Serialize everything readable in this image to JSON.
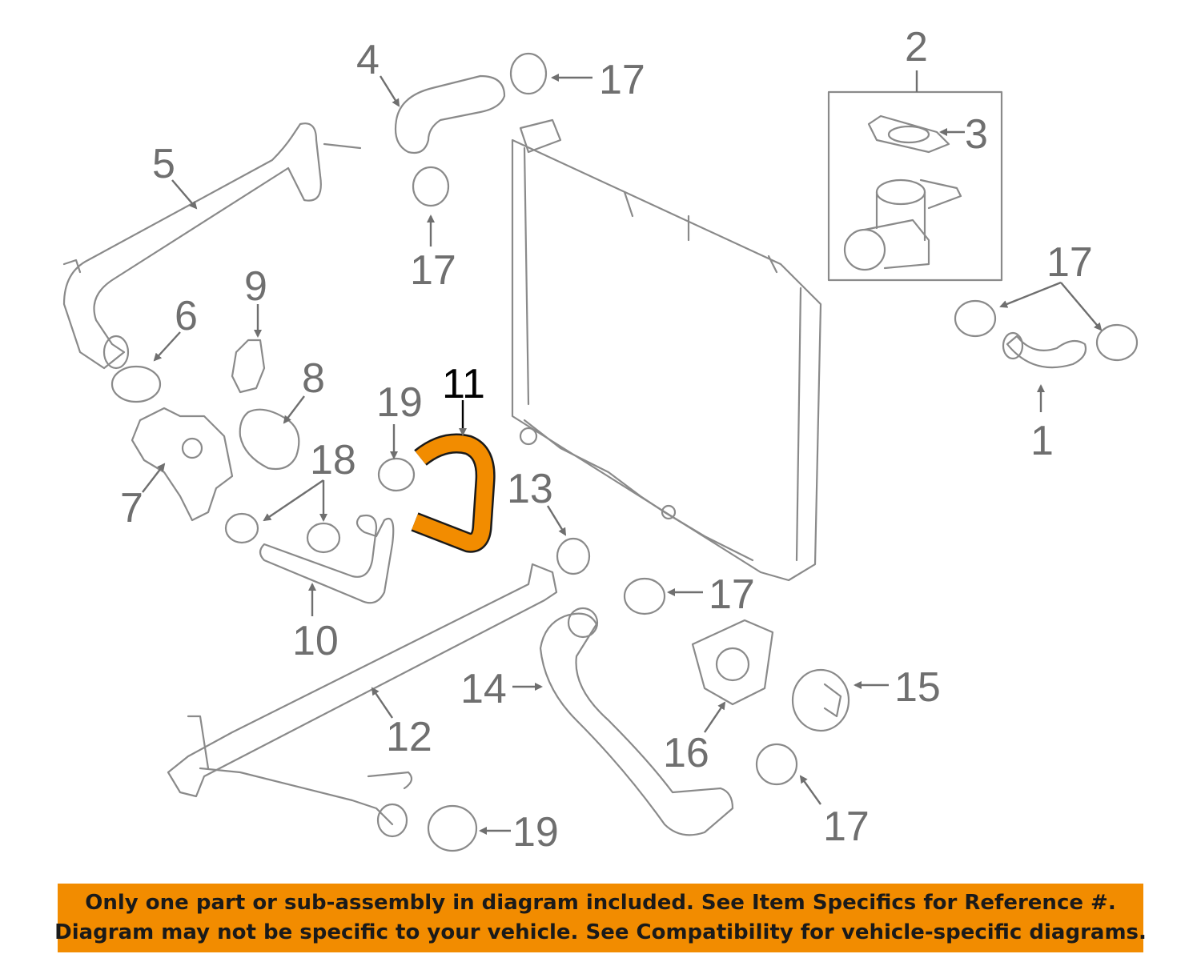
{
  "diagram": {
    "callouts": [
      "1",
      "2",
      "3",
      "4",
      "5",
      "6",
      "7",
      "8",
      "9",
      "10",
      "11",
      "12",
      "13",
      "14",
      "15",
      "16",
      "17",
      "18",
      "19"
    ],
    "highlighted_part": "11",
    "colors": {
      "highlight": "#f28c00",
      "lines": "#8a8a8a",
      "banner": "#f28c00"
    }
  },
  "banner": {
    "line1": "Only one part or sub-assembly in diagram included. See Item Specifics for Reference #.",
    "line2": "Diagram may not be specific to your vehicle. See Compatibility for vehicle-specific diagrams."
  }
}
